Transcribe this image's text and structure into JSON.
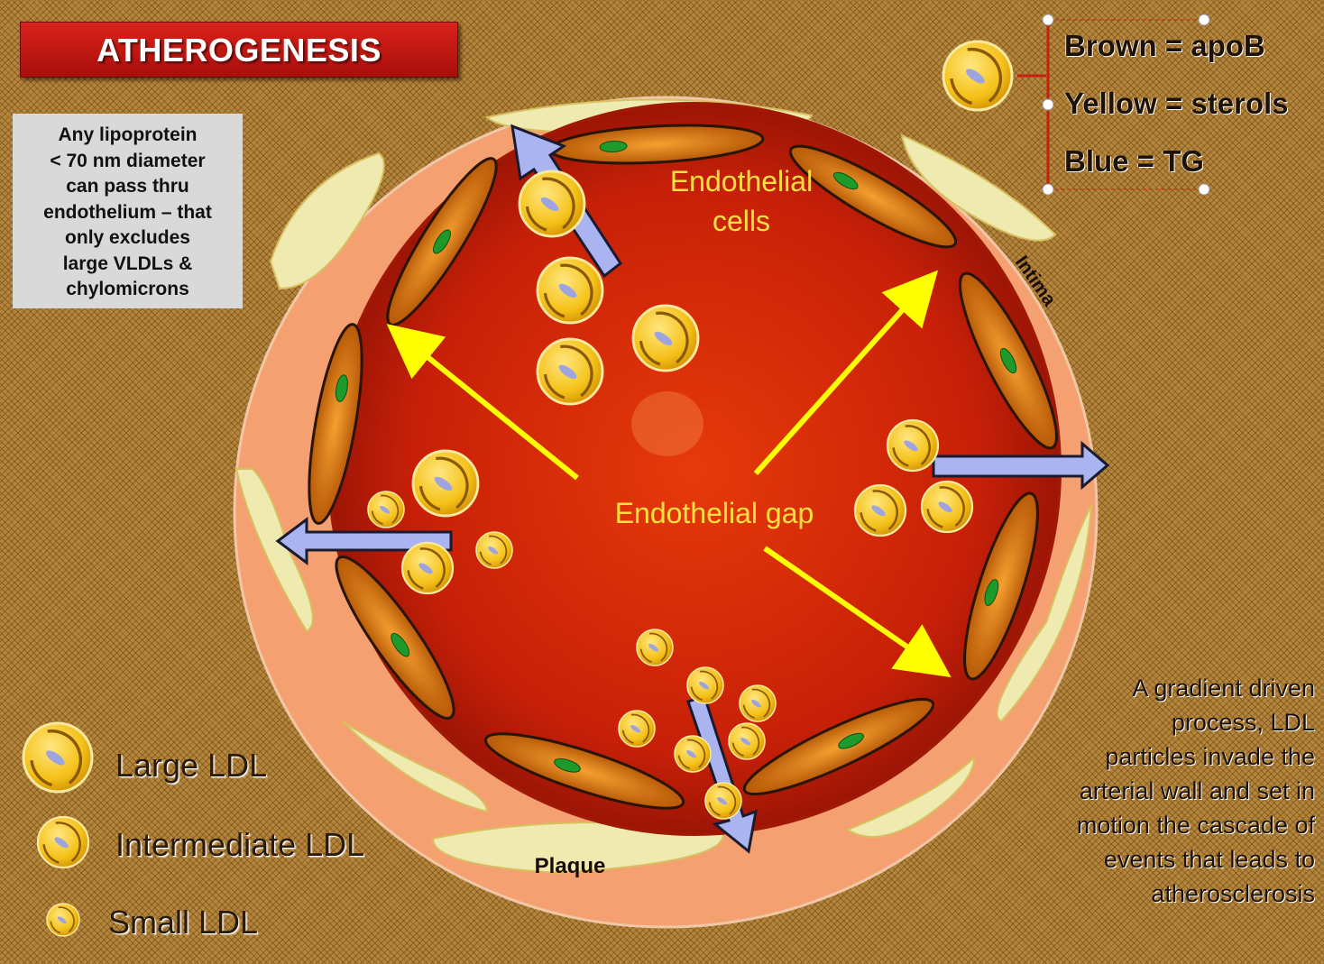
{
  "title": "ATHEROGENESIS",
  "info_box": {
    "lines": [
      "Any lipoprotein",
      "< 70 nm diameter",
      "can pass thru",
      "endothelium – that",
      "only excludes",
      "large VLDLs &",
      "chylomicrons"
    ]
  },
  "color_legend": {
    "brown": "Brown = apoB",
    "yellow": "Yellow = sterols",
    "blue": "Blue = TG"
  },
  "labels": {
    "endothelial_cells": [
      "Endothelial",
      "cells"
    ],
    "endothelial_gap": "Endothelial gap",
    "intima": "Intima",
    "plaque": "Plaque"
  },
  "size_legend": {
    "large": "Large LDL",
    "intermediate": "Intermediate LDL",
    "small": "Small LDL"
  },
  "note": [
    "A gradient driven",
    "process, LDL",
    "particles invade the",
    "arterial wall and set in",
    "motion the cascade of",
    "events that leads to",
    "atherosclerosis"
  ],
  "colors": {
    "lumen": "#c8200a",
    "intima": "#f4a070",
    "cell": "#d9780a",
    "nucleus": "#1e9a2a",
    "plaque": "#eeeab0",
    "particle": "#f5c21a",
    "apoB_ring": "#8a5a0a",
    "tg_core": "#9ea4e0",
    "gap_arrow": "#ffff00",
    "flux_arrow": "#aab4f0",
    "title_bg": "#c8150f"
  }
}
